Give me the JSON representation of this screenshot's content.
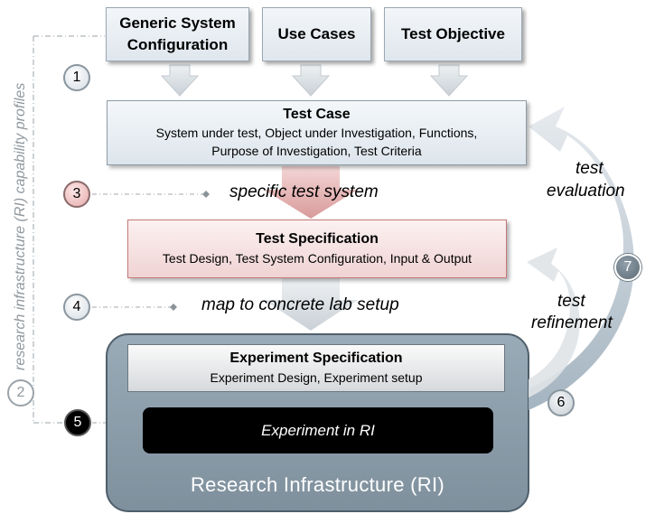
{
  "inputs": {
    "generic_system_configuration": "Generic System Configuration",
    "use_cases": "Use Cases",
    "test_objective": "Test Objective"
  },
  "test_case": {
    "title": "Test Case",
    "line1": "System under test, Object under Investigation, Functions,",
    "line2": "Purpose of Investigation, Test Criteria"
  },
  "test_specification": {
    "title": "Test Specification",
    "subtitle": "Test Design, Test System Configuration, Input & Output"
  },
  "experiment_specification": {
    "title": "Experiment Specification",
    "subtitle": "Experiment Design, Experiment setup"
  },
  "experiment_in_ri": "Experiment in RI",
  "research_infrastructure": "Research Infrastructure (RI)",
  "annotations": {
    "specific_test_system": "specific test system",
    "map_to_lab": "map to concrete lab setup",
    "test_evaluation_1": "test",
    "test_evaluation_2": "evaluation",
    "test_refinement_1": "test",
    "test_refinement_2": "refinement"
  },
  "side_label": "research infrastructure (RI) capability profiles",
  "steps": {
    "s1": "1",
    "s2": "2",
    "s3": "3",
    "s4": "4",
    "s5": "5",
    "s6": "6",
    "s7": "7"
  },
  "colors": {
    "input_fill": "#e6ecf1",
    "test_case_fill": "#e8eef3",
    "test_spec_fill": "#f8e6e6",
    "test_spec_border": "#c47a7a",
    "ri_fill": "#8a9ba8",
    "experiment_black": "#000000",
    "arrow_grey": "#d8dde1",
    "arrow_pink": "#e8b4b4"
  }
}
